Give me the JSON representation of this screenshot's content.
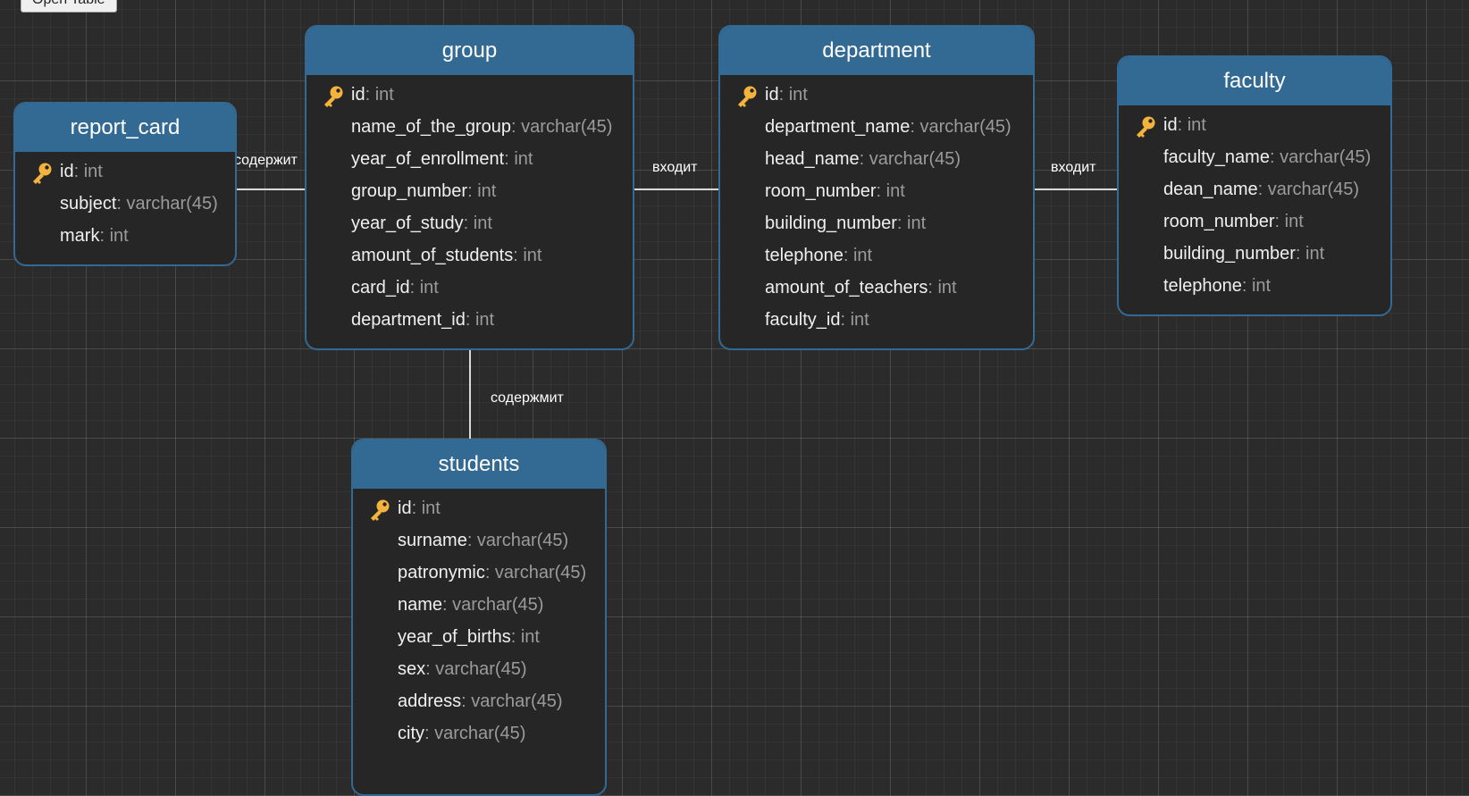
{
  "toolbar": {
    "open_table_label": "Open Table"
  },
  "colors": {
    "canvas_bg": "#2b2b2b",
    "entity_header": "#336a93",
    "entity_body": "#262626",
    "field_name": "#f0f0f0",
    "field_type": "#9b9b9b",
    "key_icon": "#f3b33d",
    "connector": "#d9d9d9"
  },
  "icons": {
    "primary_key": "key-icon"
  },
  "relationships": [
    {
      "from": "report_card",
      "to": "group",
      "label": "содержит"
    },
    {
      "from": "group",
      "to": "department",
      "label": "входит"
    },
    {
      "from": "department",
      "to": "faculty",
      "label": "входит"
    },
    {
      "from": "group",
      "to": "students",
      "label": "содержмит"
    }
  ],
  "entities": {
    "report_card": {
      "title": "report_card",
      "fields": [
        {
          "name": "id",
          "type": ": int",
          "pk": true
        },
        {
          "name": "subject",
          "type": ": varchar(45)"
        },
        {
          "name": "mark",
          "type": ": int"
        }
      ]
    },
    "group": {
      "title": "group",
      "fields": [
        {
          "name": "id",
          "type": ": int",
          "pk": true
        },
        {
          "name": "name_of_the_group",
          "type": ": varchar(45)"
        },
        {
          "name": "year_of_enrollment",
          "type": ": int"
        },
        {
          "name": "group_number",
          "type": ": int"
        },
        {
          "name": "year_of_study",
          "type": ": int"
        },
        {
          "name": "amount_of_students",
          "type": ": int"
        },
        {
          "name": "card_id",
          "type": ": int"
        },
        {
          "name": "department_id",
          "type": ": int"
        }
      ]
    },
    "department": {
      "title": "department",
      "fields": [
        {
          "name": "id",
          "type": ": int",
          "pk": true
        },
        {
          "name": "department_name",
          "type": ": varchar(45)"
        },
        {
          "name": "head_name",
          "type": ": varchar(45)"
        },
        {
          "name": "room_number",
          "type": ": int"
        },
        {
          "name": "building_number",
          "type": ": int"
        },
        {
          "name": "telephone",
          "type": ": int"
        },
        {
          "name": "amount_of_teachers",
          "type": ": int"
        },
        {
          "name": "faculty_id",
          "type": ": int"
        }
      ]
    },
    "faculty": {
      "title": "faculty",
      "fields": [
        {
          "name": "id",
          "type": ": int",
          "pk": true
        },
        {
          "name": "faculty_name",
          "type": ": varchar(45)"
        },
        {
          "name": "dean_name",
          "type": ": varchar(45)"
        },
        {
          "name": "room_number",
          "type": ": int"
        },
        {
          "name": "building_number",
          "type": ": int"
        },
        {
          "name": "telephone",
          "type": ": int"
        }
      ]
    },
    "students": {
      "title": "students",
      "fields": [
        {
          "name": "id",
          "type": ": int",
          "pk": true
        },
        {
          "name": "surname",
          "type": ": varchar(45)"
        },
        {
          "name": "patronymic",
          "type": ": varchar(45)"
        },
        {
          "name": "name",
          "type": ": varchar(45)"
        },
        {
          "name": "year_of_births",
          "type": ": int"
        },
        {
          "name": "sex",
          "type": ": varchar(45)"
        },
        {
          "name": "address",
          "type": ": varchar(45)"
        },
        {
          "name": "city",
          "type": ": varchar(45)"
        }
      ]
    }
  }
}
